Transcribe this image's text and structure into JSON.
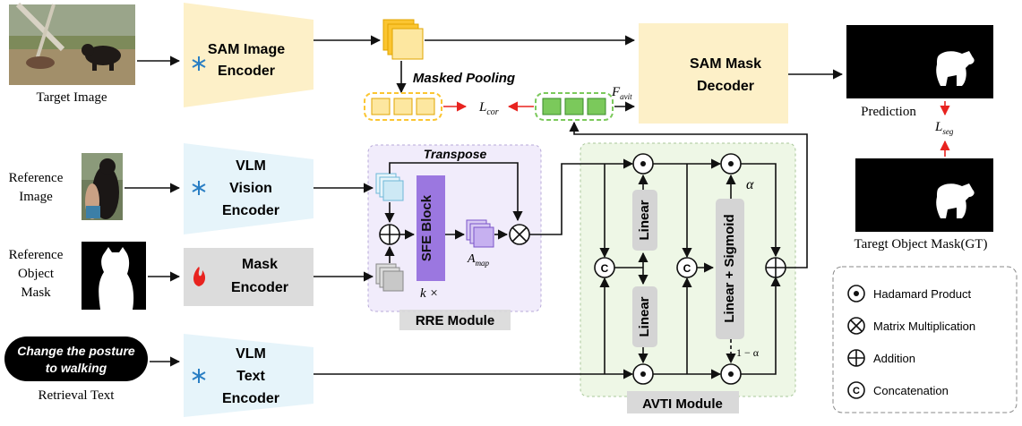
{
  "inputs": {
    "target_image": "Target Image",
    "reference_image": [
      "Reference",
      "Image"
    ],
    "reference_mask": [
      "Reference",
      "Object",
      "Mask"
    ],
    "retrieval_text_bubble": [
      "Change the posture",
      "to walking"
    ],
    "retrieval_text": "Retrieval Text"
  },
  "encoders": {
    "sam_image": [
      "SAM Image",
      "Encoder"
    ],
    "vlm_vision": [
      "VLM",
      "Vision",
      "Encoder"
    ],
    "mask": [
      "Mask",
      "Encoder"
    ],
    "vlm_text": [
      "VLM",
      "Text",
      "Encoder"
    ]
  },
  "decoder": [
    "SAM Mask",
    "Decoder"
  ],
  "labels": {
    "masked_pooling": "Masked Pooling",
    "l_cor": "L",
    "l_cor_sub": "cor",
    "f_avit": "F",
    "f_avit_sub": "avit",
    "transpose": "Transpose",
    "sfe_block": "SFE Block",
    "a_map": "A",
    "a_map_sub": "map",
    "k_times": "k ×",
    "linear": "Linear",
    "linear_sigmoid": "Linear + Sigmoid",
    "alpha": "α",
    "one_minus_alpha": "1 − α",
    "concat_symbol": "C",
    "l_seg": "L",
    "l_seg_sub": "seg"
  },
  "modules": {
    "rre": "RRE Module",
    "avti": "AVTI Module"
  },
  "outputs": {
    "prediction": "Prediction",
    "gt": "Taregt  Object Mask(GT)"
  },
  "legend": [
    {
      "symbol": "hadamard",
      "label": "Hadamard Product"
    },
    {
      "symbol": "matmul",
      "label": "Matrix Multiplication"
    },
    {
      "symbol": "add",
      "label": "Addition"
    },
    {
      "symbol": "concat",
      "label": "Concatenation"
    }
  ],
  "colors": {
    "sam_fill": "#fdf0c8",
    "vlm_fill": "#e6f4fa",
    "mask_fill": "#dcdcdc",
    "rre_bg": "#f1ecfb",
    "avti_bg": "#eef7e6",
    "yellow_feat": "#fbc531",
    "green_feat": "#7bc95b",
    "red_arrow": "#e8231f",
    "snowflake": "#2a7fc4",
    "flame": "#e8231f"
  },
  "icons": {
    "frozen": "snowflake-icon",
    "trainable": "flame-icon"
  }
}
